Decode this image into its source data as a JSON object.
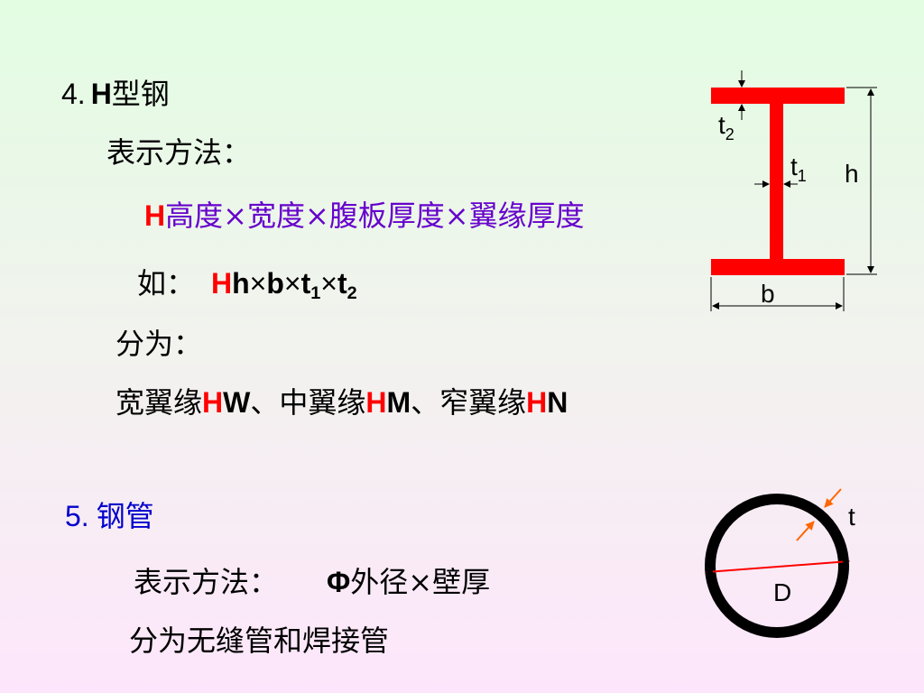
{
  "section4": {
    "number": "4.",
    "title_h": "H",
    "title_rest": "型钢",
    "method_label": "表示方法：",
    "formula": {
      "prefix": "H",
      "parts": [
        "高度",
        "×",
        "宽度",
        "×",
        "腹板厚度",
        "×",
        "翼缘厚度"
      ]
    },
    "example": {
      "label": "如：",
      "prefix": "H",
      "h": "h",
      "x1": "×",
      "b": "b",
      "x2": "×",
      "t1": "t",
      "t1_sub": "1",
      "x3": "×",
      "t2": "t",
      "t2_sub": "2"
    },
    "classify_label": "分为：",
    "types": {
      "wide": "宽翼缘",
      "wide_h": "H",
      "wide_code": "W",
      "sep1": "、",
      "mid": "中翼缘",
      "mid_h": "H",
      "mid_code": "M",
      "sep2": "、",
      "narrow": "窄翼缘",
      "narrow_h": "H",
      "narrow_code": "N"
    },
    "diagram": {
      "t2": "t",
      "t2_sub": "2",
      "t1": "t",
      "t1_sub": "1",
      "h": "h",
      "b": "b"
    }
  },
  "section5": {
    "number": "5.",
    "title": "钢管",
    "method_label": "表示方法：",
    "phi": "Φ",
    "method_rest": "外径×壁厚",
    "classify": "分为无缝管和焊接管",
    "diagram": {
      "t": "t",
      "D": "D"
    }
  },
  "colors": {
    "accent_red": "#ff0000",
    "accent_blue": "#0000cc",
    "formula_purple": "#6600cc",
    "beam_red": "#ff0000",
    "arrow_orange": "#ff6600"
  }
}
